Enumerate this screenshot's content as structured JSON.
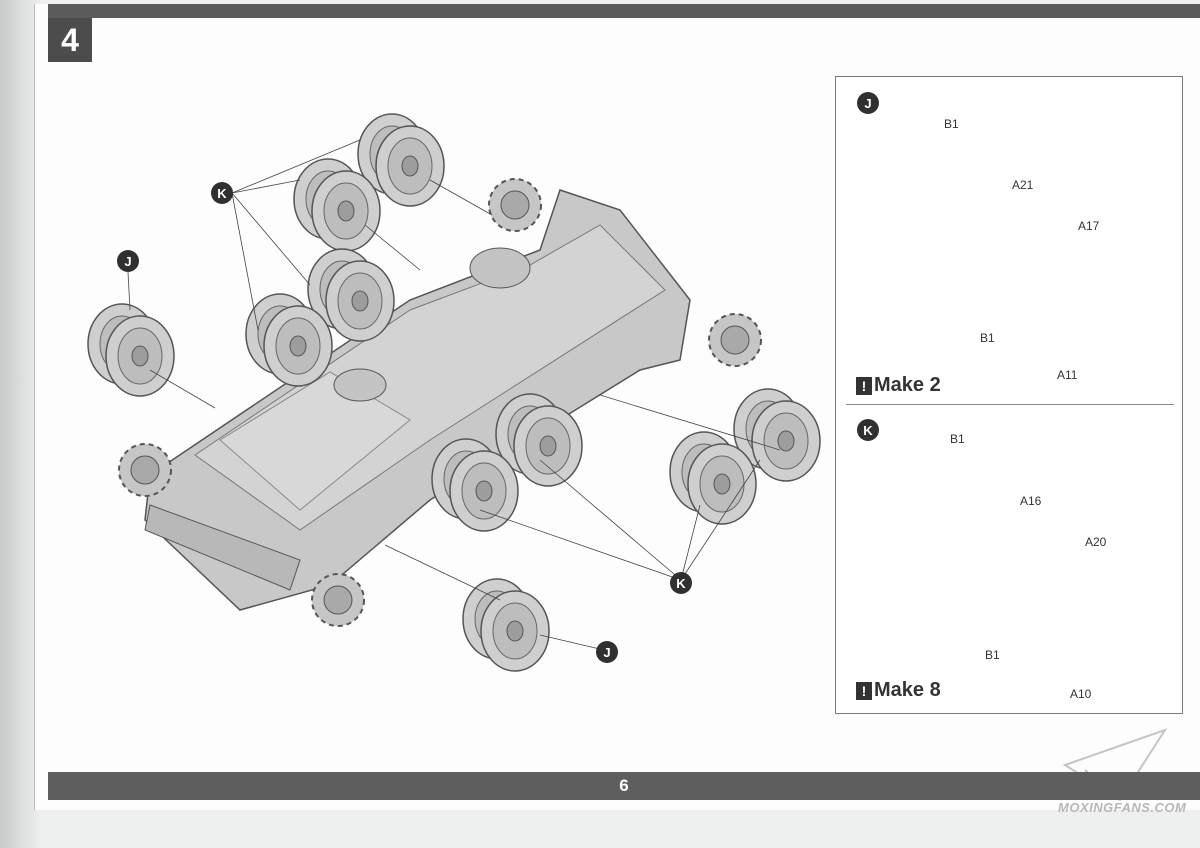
{
  "step": {
    "number": "4"
  },
  "page_footer": {
    "page_number": "6"
  },
  "main_callouts": {
    "k_top": "K",
    "j_left": "J",
    "k_bottom": "K",
    "j_bottom": "J"
  },
  "inset_j": {
    "badge": "J",
    "make": "Make 2",
    "parts": {
      "b1_top": "B1",
      "a21": "A21",
      "a17": "A17",
      "b1_bottom": "B1",
      "a11": "A11"
    }
  },
  "inset_k": {
    "badge": "K",
    "make": "Make 8",
    "parts": {
      "b1_top": "B1",
      "a16": "A16",
      "a20": "A20",
      "b1_bottom": "B1",
      "a10": "A10"
    }
  },
  "watermark": {
    "text": "MOXINGFANS.COM"
  },
  "icons": {
    "warning": "warning-icon",
    "logo": "paper-plane-logo-icon"
  }
}
